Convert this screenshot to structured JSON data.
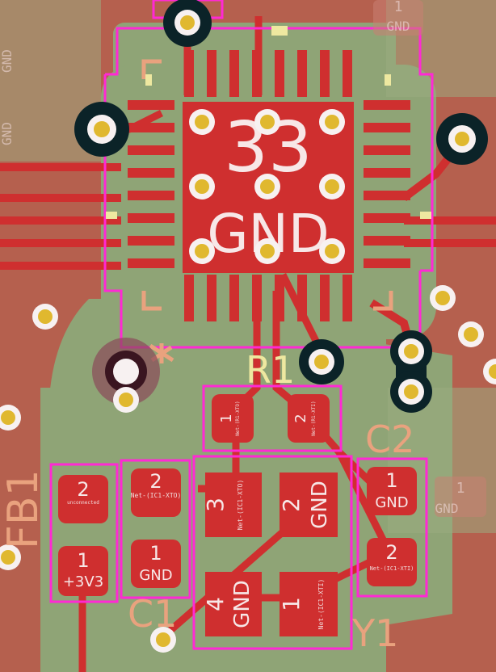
{
  "colors": {
    "board": "#b5604e",
    "zone": "#8fa476",
    "copper": "#cf2f2f",
    "via_ring": "#0b2328",
    "via_hole": "#e0b82f",
    "courtyard": "#ff29d4",
    "silkscreen": "#e9a27e",
    "silk_yellow": "#eee8a0"
  },
  "ic": {
    "pin_number": "33",
    "net": "GND"
  },
  "pads": {
    "c_left_2": {
      "num": "2",
      "net": "unconnected"
    },
    "c_left_1": {
      "num": "1",
      "net": "+3V3"
    },
    "c1_2": {
      "num": "2",
      "net": "Net-(IC1-XTO)"
    },
    "c1_1": {
      "num": "1",
      "net": "GND"
    },
    "r_1": {
      "num": "1",
      "net": "Net-(R1-XTO)"
    },
    "r_2": {
      "num": "2",
      "net": "Net-(R1-XTI)"
    },
    "y1_3": {
      "num": "3",
      "net": "Net-(IC1-XTO)"
    },
    "y1_2": {
      "num": "2",
      "net": "GND"
    },
    "y1_4": {
      "num": "4",
      "net": "GND"
    },
    "y1_1": {
      "num": "1",
      "net": "Net-(IC1-XTI)"
    },
    "c2_1": {
      "num": "1",
      "net": "GND"
    },
    "c2_2": {
      "num": "2",
      "net": "Net-(IC1-XTI)"
    },
    "bg_gnd_top": {
      "num": "1",
      "net": "GND"
    },
    "bg_gnd_right": {
      "num": "1",
      "net": "GND"
    },
    "bg_left_gnd1": {
      "net": "GND"
    },
    "bg_left_gnd2": {
      "net": "GND"
    }
  },
  "refs": {
    "fb1": "FB1",
    "c1": "C1",
    "c2": "C2",
    "y1": "Y1",
    "r1": "R1"
  }
}
